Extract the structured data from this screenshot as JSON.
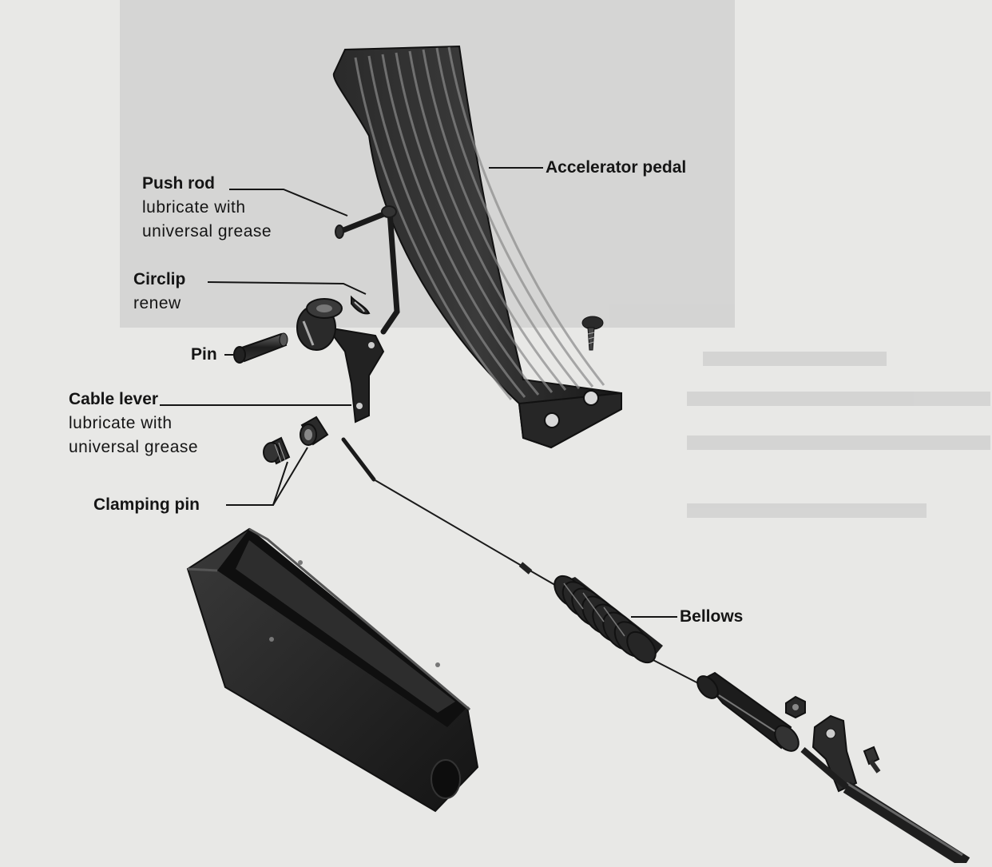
{
  "diagram": {
    "labels": {
      "accelerator_pedal": {
        "title": "Accelerator pedal"
      },
      "push_rod": {
        "title": "Push rod",
        "note_line1": "lubricate with",
        "note_line2": "universal grease"
      },
      "circlip": {
        "title": "Circlip",
        "note_line1": "renew"
      },
      "pin": {
        "title": "Pin"
      },
      "cable_lever": {
        "title": "Cable lever",
        "note_line1": "lubricate with",
        "note_line2": "universal grease"
      },
      "clamping_pin": {
        "title": "Clamping pin"
      },
      "bellows": {
        "title": "Bellows"
      }
    },
    "colors": {
      "paper": "#e8e8e6",
      "part": "#1c1c1c",
      "highlight": "#6a6a6a",
      "text": "#151515"
    }
  }
}
